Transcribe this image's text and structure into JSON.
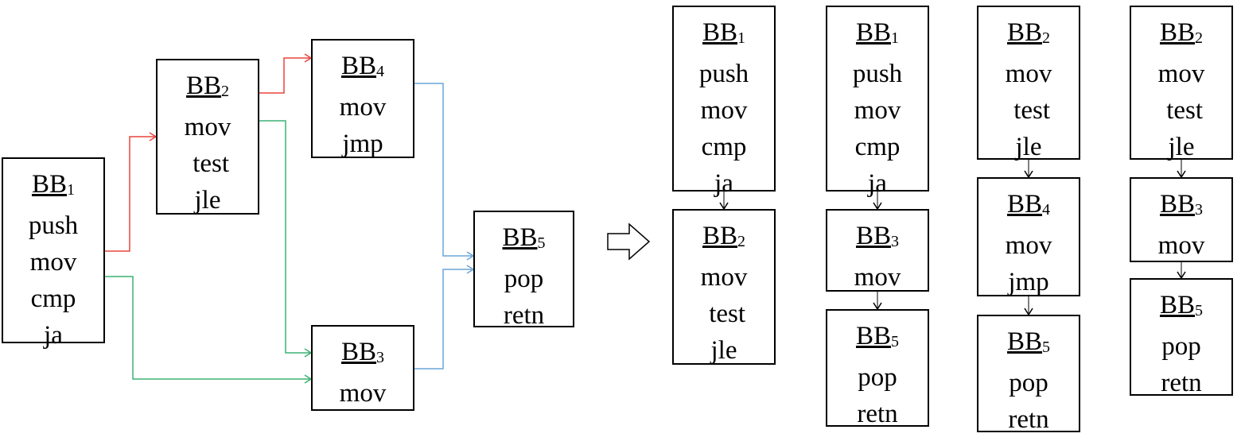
{
  "cfg": {
    "blocks": [
      {
        "id": "bb1",
        "prefix": "BB",
        "index": "1",
        "instructions": [
          "push",
          "mov",
          "cmp",
          "ja"
        ]
      },
      {
        "id": "bb2",
        "prefix": "BB",
        "index": "2",
        "instructions": [
          "mov",
          " test",
          "jle"
        ]
      },
      {
        "id": "bb4",
        "prefix": "BB",
        "index": "4",
        "instructions": [
          "mov",
          "jmp"
        ]
      },
      {
        "id": "bb3",
        "prefix": "BB",
        "index": "3",
        "instructions": [
          "mov"
        ]
      },
      {
        "id": "bb5",
        "prefix": "BB",
        "index": "5",
        "instructions": [
          "pop",
          "retn"
        ]
      }
    ],
    "edges": [
      {
        "from": "bb1",
        "to": "bb2",
        "color": "#e8453c"
      },
      {
        "from": "bb1",
        "to": "bb3",
        "color": "#3bb273"
      },
      {
        "from": "bb2",
        "to": "bb4",
        "color": "#e8453c"
      },
      {
        "from": "bb2",
        "to": "bb3",
        "color": "#3bb273"
      },
      {
        "from": "bb4",
        "to": "bb5",
        "color": "#6aa6da"
      },
      {
        "from": "bb3",
        "to": "bb5",
        "color": "#6aa6da"
      }
    ]
  },
  "paths": [
    {
      "blocks": [
        {
          "id": "p1b1",
          "prefix": "BB",
          "index": "1",
          "instructions": [
            "push",
            "mov",
            "cmp",
            "ja"
          ]
        },
        {
          "id": "p1b2",
          "prefix": "BB",
          "index": "2",
          "instructions": [
            "mov",
            " test",
            "jle"
          ]
        }
      ]
    },
    {
      "blocks": [
        {
          "id": "p2b1",
          "prefix": "BB",
          "index": "1",
          "instructions": [
            "push",
            "mov",
            "cmp",
            "ja"
          ]
        },
        {
          "id": "p2b3",
          "prefix": "BB",
          "index": "3",
          "instructions": [
            "mov"
          ]
        },
        {
          "id": "p2b5",
          "prefix": "BB",
          "index": "5",
          "instructions": [
            "pop",
            "retn"
          ]
        }
      ]
    },
    {
      "blocks": [
        {
          "id": "p3b2",
          "prefix": "BB",
          "index": "2",
          "instructions": [
            "mov",
            " test",
            "jle"
          ]
        },
        {
          "id": "p3b4",
          "prefix": "BB",
          "index": "4",
          "instructions": [
            "mov",
            "jmp"
          ]
        },
        {
          "id": "p3b5",
          "prefix": "BB",
          "index": "5",
          "instructions": [
            "pop",
            "retn"
          ]
        }
      ]
    },
    {
      "blocks": [
        {
          "id": "p4b2",
          "prefix": "BB",
          "index": "2",
          "instructions": [
            "mov",
            " test",
            "jle"
          ]
        },
        {
          "id": "p4b3",
          "prefix": "BB",
          "index": "3",
          "instructions": [
            "mov"
          ]
        },
        {
          "id": "p4b5",
          "prefix": "BB",
          "index": "5",
          "instructions": [
            "pop",
            "retn"
          ]
        }
      ]
    }
  ],
  "transform_arrow": {
    "icon": "right-outline-arrow-icon",
    "color": "#000000"
  }
}
